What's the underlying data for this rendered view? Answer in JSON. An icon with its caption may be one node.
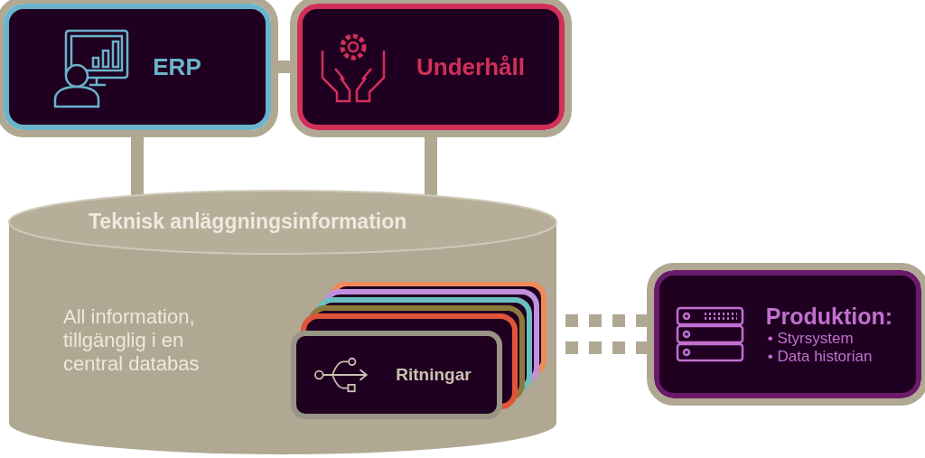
{
  "diagram": {
    "nodes": [
      {
        "text": [
          "ERP"
        ]
      },
      {
        "text": [
          "Underhåll"
        ]
      },
      {
        "text": [
          "Teknisk anläggningsinformation",
          "All information, tillgänglig i en central databas"
        ]
      },
      {
        "text": [
          "Ritningar"
        ],
        "in": 2
      },
      {
        "text": [
          "Produktion:",
          "• Styrsystem",
          "• Data historian"
        ]
      }
    ],
    "edges": [
      {
        "from": 0,
        "to": 1,
        "arrow": "none"
      },
      {
        "from": 0,
        "to": 2,
        "arrow": "none"
      },
      {
        "from": 1,
        "to": 2,
        "arrow": "none"
      },
      {
        "from": 2,
        "to": 4,
        "arrow": "none",
        "style": "dashed"
      }
    ]
  }
}
